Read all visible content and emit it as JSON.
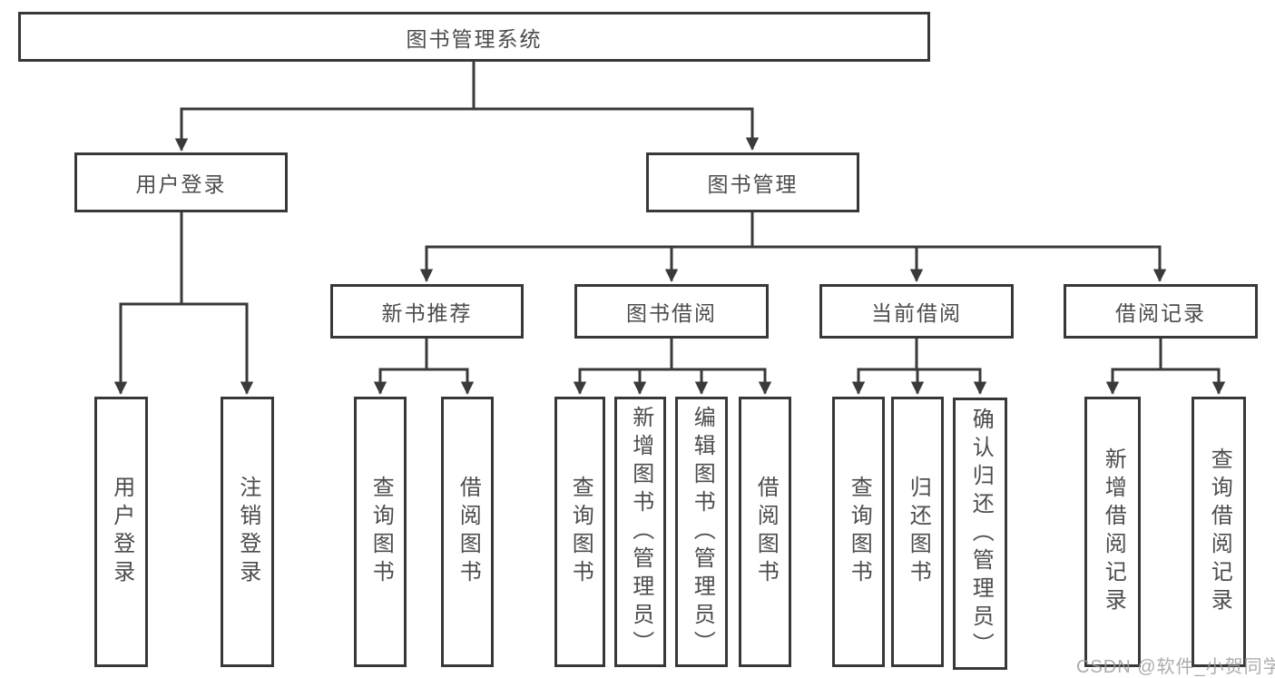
{
  "diagram": {
    "type": "hierarchy",
    "tree": {
      "root": "图书管理系统",
      "children": [
        {
          "label": "用户登录",
          "children": [
            "用户登录",
            "注销登录"
          ]
        },
        {
          "label": "图书管理",
          "children": [
            {
              "label": "新书推荐",
              "children": [
                "查询图书",
                "借阅图书"
              ]
            },
            {
              "label": "图书借阅",
              "children": [
                "查询图书",
                "新增图书（管理员）",
                "编辑图书（管理员）",
                "借阅图书"
              ]
            },
            {
              "label": "当前借阅",
              "children": [
                "查询图书",
                "归还图书",
                "确认归还（管理员）"
              ]
            },
            {
              "label": "借阅记录",
              "children": [
                "新增借阅记录",
                "查询借阅记录"
              ]
            }
          ]
        }
      ]
    },
    "colors": {
      "line": "#3a3a3a",
      "border": "#383838",
      "text": "#4c4c4c",
      "box_fill": "#ffffff",
      "background": "#ffffff",
      "watermark": "#9e9e9e"
    }
  },
  "watermark": "CSDN @软件_小贺同学"
}
